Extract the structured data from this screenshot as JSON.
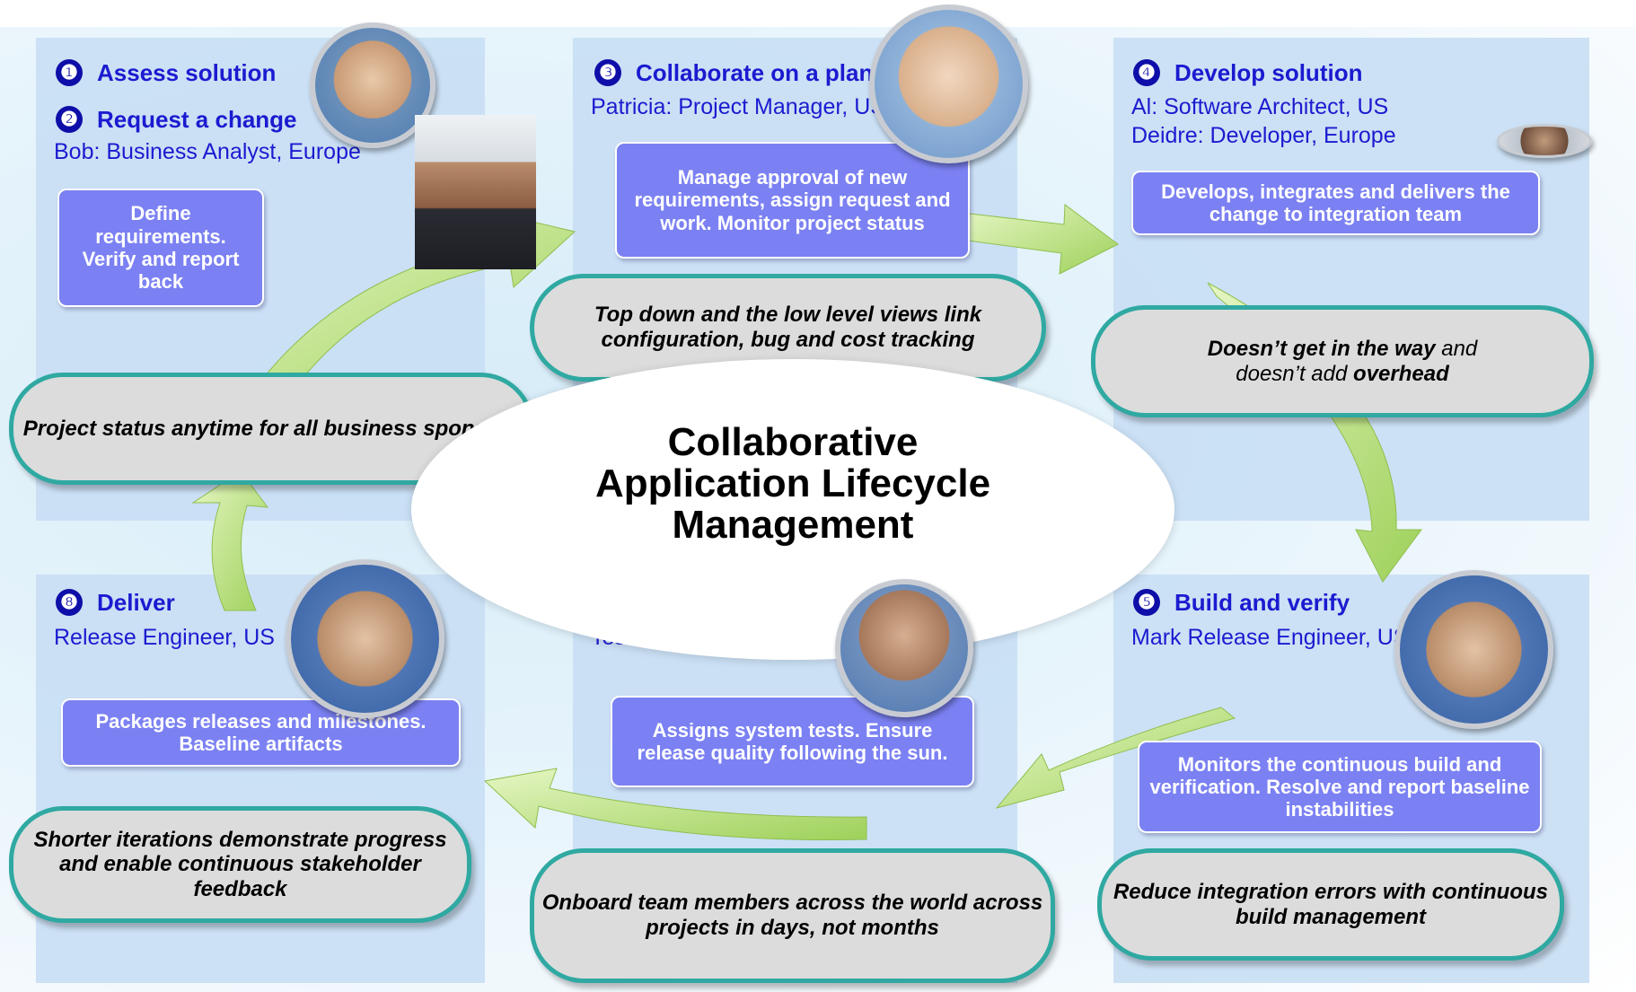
{
  "center": {
    "line1": "Collaborative",
    "line2": "Application Lifecycle",
    "line3": "Management"
  },
  "steps": {
    "s1": {
      "num": "❶",
      "title": "Assess solution"
    },
    "s2": {
      "num": "❷",
      "title": "Request a change",
      "who": "Bob: Business Analyst, Europe",
      "task": "Define requirements. Verify and report back"
    },
    "s3": {
      "num": "❸",
      "title": "Collaborate on a plan",
      "who": "Patricia: Project Manager, US",
      "task": "Manage approval of new requirements, assign request and work.   Monitor project status"
    },
    "s4": {
      "num": "❹",
      "title": "Develop solution",
      "who1": "Al: Software Architect, US",
      "who2": "Deidre: Developer, Europe",
      "task": "Develops, integrates and delivers the change to integration team"
    },
    "s5": {
      "num": "❺",
      "title": "Build and verify",
      "who": "Mark Release Engineer, US",
      "task": "Monitors the continuous build and verification.  Resolve and report baseline instabilities"
    },
    "s6": {
      "who": "Tester, India",
      "task": "Assigns system tests. Ensure release quality following the sun."
    },
    "s8": {
      "num": "❽",
      "title": "Deliver",
      "who": "Release Engineer, US",
      "task": "Packages releases and milestones. Baseline artifacts"
    }
  },
  "benefits": {
    "b1a": "Project status anytime for all business sponsors",
    "b2a": "Top down and the low level views link configuration, bug and cost tracking",
    "b3a_bold1": "Doesn’t get in the way",
    "b3a_plain1": " and",
    "b3a_plain2": "doesn’t add ",
    "b3a_bold2": "overhead",
    "b4a": "Shorter iterations demonstrate progress and enable continuous stakeholder feedback",
    "b5a": "Onboard team members across the world across projects in days, not months",
    "b6a": "Reduce integration errors with continuous build management"
  },
  "colors": {
    "heading_blue": "#1b1bd0",
    "task_box": "#7b81f2",
    "benefit_border": "#2fa9a2",
    "arrow_green": "#b9e07a",
    "panel": "#c9def4"
  }
}
